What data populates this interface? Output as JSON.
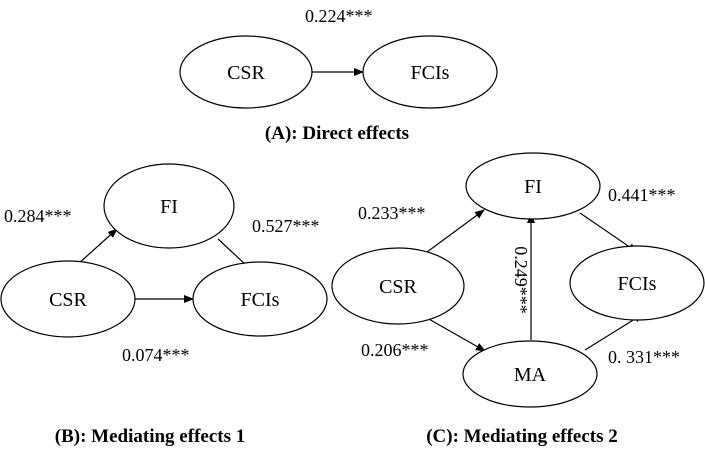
{
  "panel_a": {
    "nodes": {
      "csr": "CSR",
      "fcis": "FCIs"
    },
    "coef_csr_fcis": "0.224***",
    "caption": "(A): Direct effects"
  },
  "panel_b": {
    "nodes": {
      "fi": "FI",
      "csr": "CSR",
      "fcis": "FCIs"
    },
    "coef_csr_fi": "0.284***",
    "coef_fi_fcis": "0.527***",
    "coef_csr_fcis": "0.074***",
    "caption": "(B): Mediating effects 1"
  },
  "panel_c": {
    "nodes": {
      "fi": "FI",
      "csr": "CSR",
      "fcis": "FCIs",
      "ma": "MA"
    },
    "coef_csr_fi": "0.233***",
    "coef_fi_fcis": "0.441***",
    "coef_ma_fi": "0.249***",
    "coef_csr_ma": "0.206***",
    "coef_ma_fcis": "0. 331***",
    "caption": "(C): Mediating effects 2"
  }
}
